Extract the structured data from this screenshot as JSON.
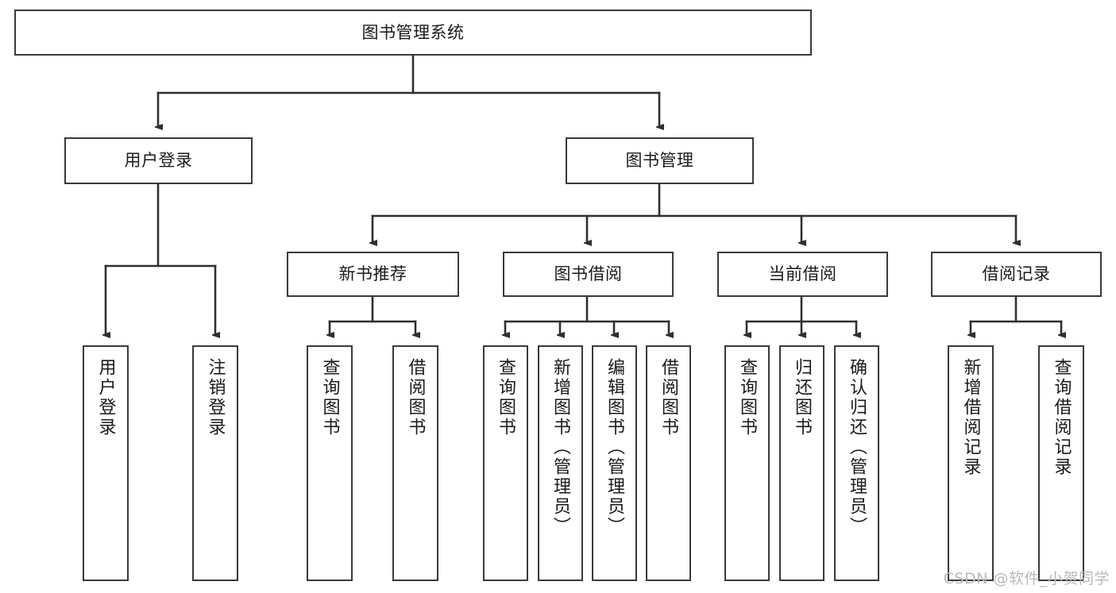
{
  "diagram": {
    "title": "图书管理系统",
    "type": "tree",
    "root": {
      "label": "图书管理系统",
      "id": "root"
    },
    "level2": [
      {
        "id": "user-login",
        "label": "用户登录"
      },
      {
        "id": "book-manage",
        "label": "图书管理"
      }
    ],
    "level3": [
      {
        "id": "new-book-recommend",
        "label": "新书推荐",
        "parent": "book-manage"
      },
      {
        "id": "book-borrow",
        "label": "图书借阅",
        "parent": "book-manage"
      },
      {
        "id": "current-borrow",
        "label": "当前借阅",
        "parent": "book-manage"
      },
      {
        "id": "borrow-record",
        "label": "借阅记录",
        "parent": "book-manage"
      }
    ],
    "leaves": [
      {
        "id": "leaf-user-login",
        "label": "用户登录",
        "parent": "user-login"
      },
      {
        "id": "leaf-user-logout",
        "label": "注销登录",
        "parent": "user-login"
      },
      {
        "id": "leaf-query-book-1",
        "label": "查询图书",
        "parent": "new-book-recommend"
      },
      {
        "id": "leaf-borrow-book-1",
        "label": "借阅图书",
        "parent": "new-book-recommend"
      },
      {
        "id": "leaf-query-book-2",
        "label": "查询图书",
        "parent": "book-borrow"
      },
      {
        "id": "leaf-add-book",
        "label": "新增图书（管理员）",
        "parent": "book-borrow"
      },
      {
        "id": "leaf-edit-book",
        "label": "编辑图书（管理员）",
        "parent": "book-borrow"
      },
      {
        "id": "leaf-borrow-book-2",
        "label": "借阅图书",
        "parent": "book-borrow"
      },
      {
        "id": "leaf-query-book-3",
        "label": "查询图书",
        "parent": "current-borrow"
      },
      {
        "id": "leaf-return-book",
        "label": "归还图书",
        "parent": "current-borrow"
      },
      {
        "id": "leaf-confirm-return",
        "label": "确认归还（管理员）",
        "parent": "current-borrow"
      },
      {
        "id": "leaf-add-record",
        "label": "新增借阅记录",
        "parent": "borrow-record"
      },
      {
        "id": "leaf-query-record",
        "label": "查询借阅记录",
        "parent": "borrow-record"
      }
    ],
    "colors": {
      "box_border": "#3a3a3a",
      "box_fill": "#ffffff",
      "connector": "#2f2f2f",
      "text": "#1a1a1a",
      "watermark": "#b9b9b9",
      "background": "#ffffff"
    }
  },
  "watermark": {
    "text": "CSDN @软件_小贺同学"
  }
}
